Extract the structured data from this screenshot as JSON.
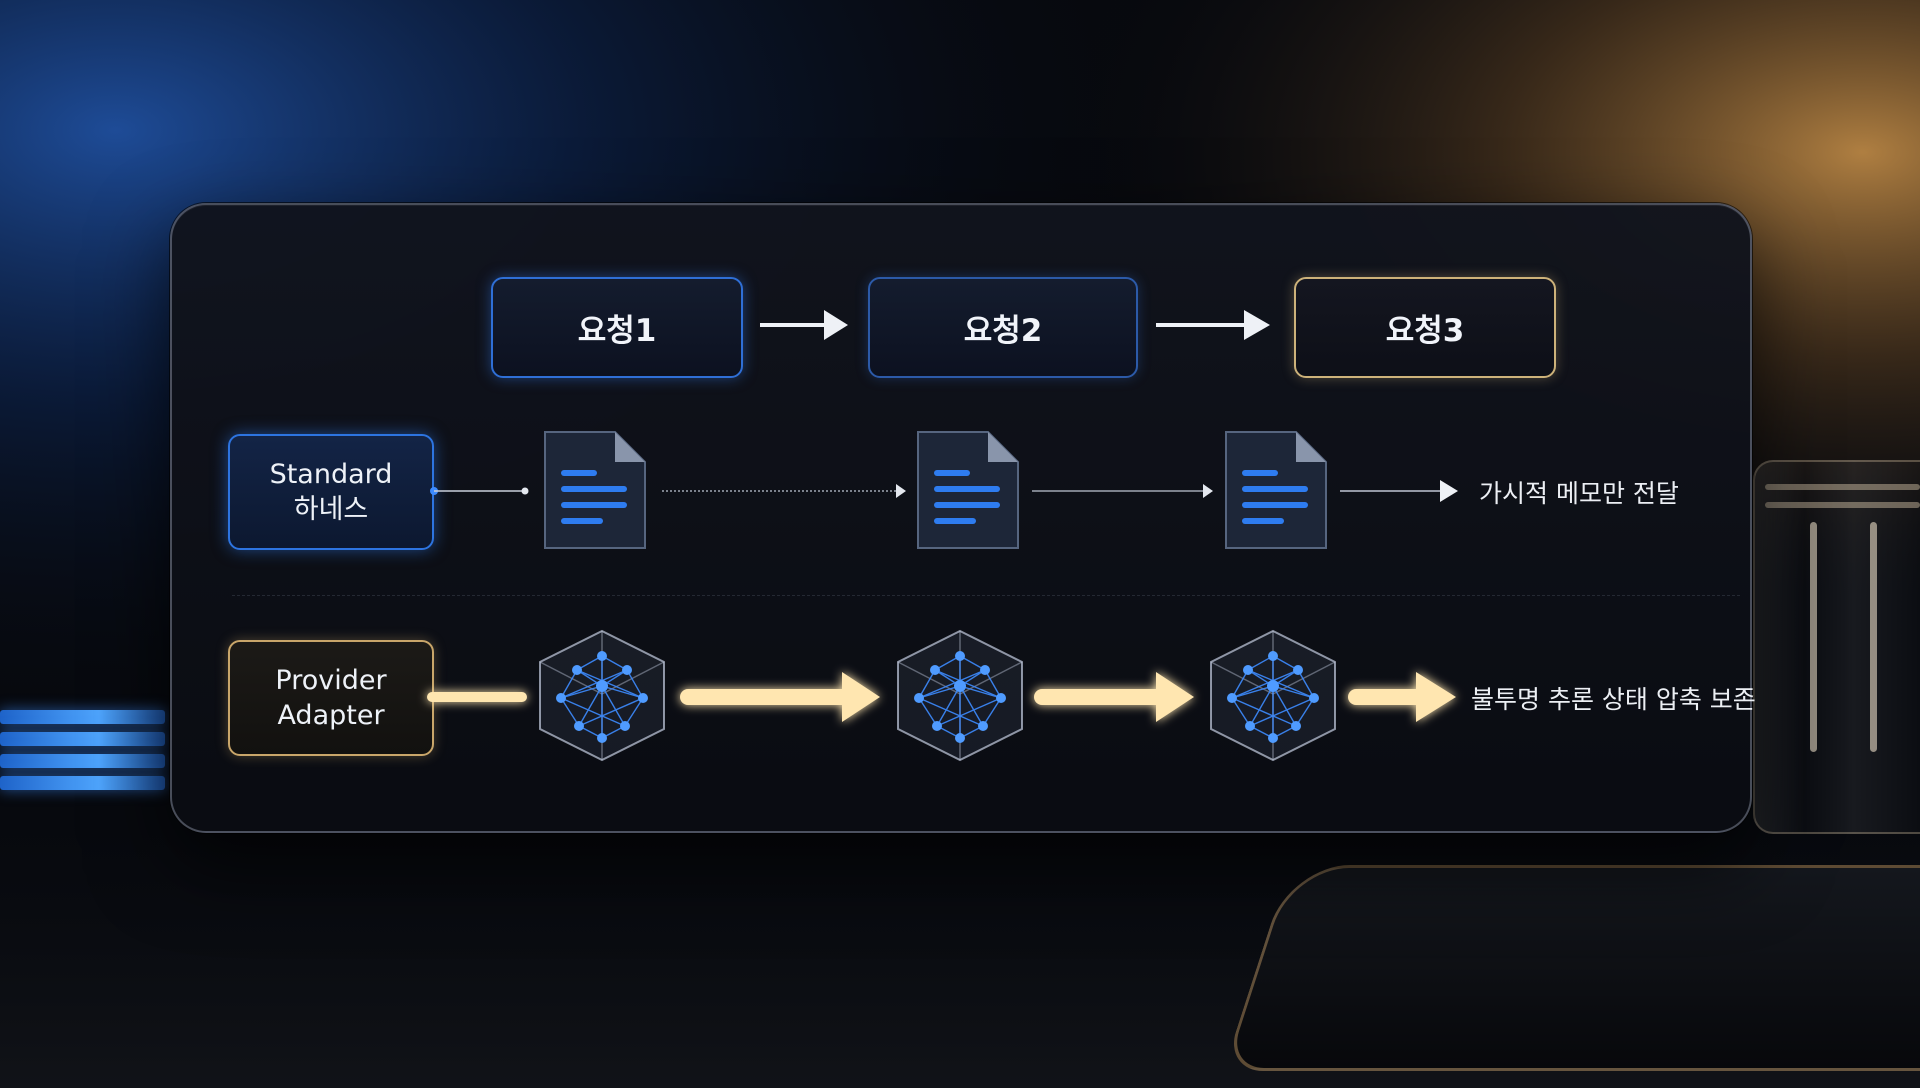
{
  "requests": {
    "r1": "요청1",
    "r2": "요청2",
    "r3": "요청3"
  },
  "rows": {
    "standard": {
      "label_line1": "Standard",
      "label_line2": "하네스",
      "note": "가시적 메모만 전달",
      "icon": "document-icon"
    },
    "provider": {
      "label_line1": "Provider",
      "label_line2": "Adapter",
      "note": "불투명 추론 상태 압축 보존",
      "icon": "network-cube-icon"
    }
  },
  "colors": {
    "blue_accent": "#2d74e0",
    "gold_accent": "#c9a66a",
    "arrow_glow": "#ffe6b0",
    "node_blue": "#3d8bff"
  }
}
